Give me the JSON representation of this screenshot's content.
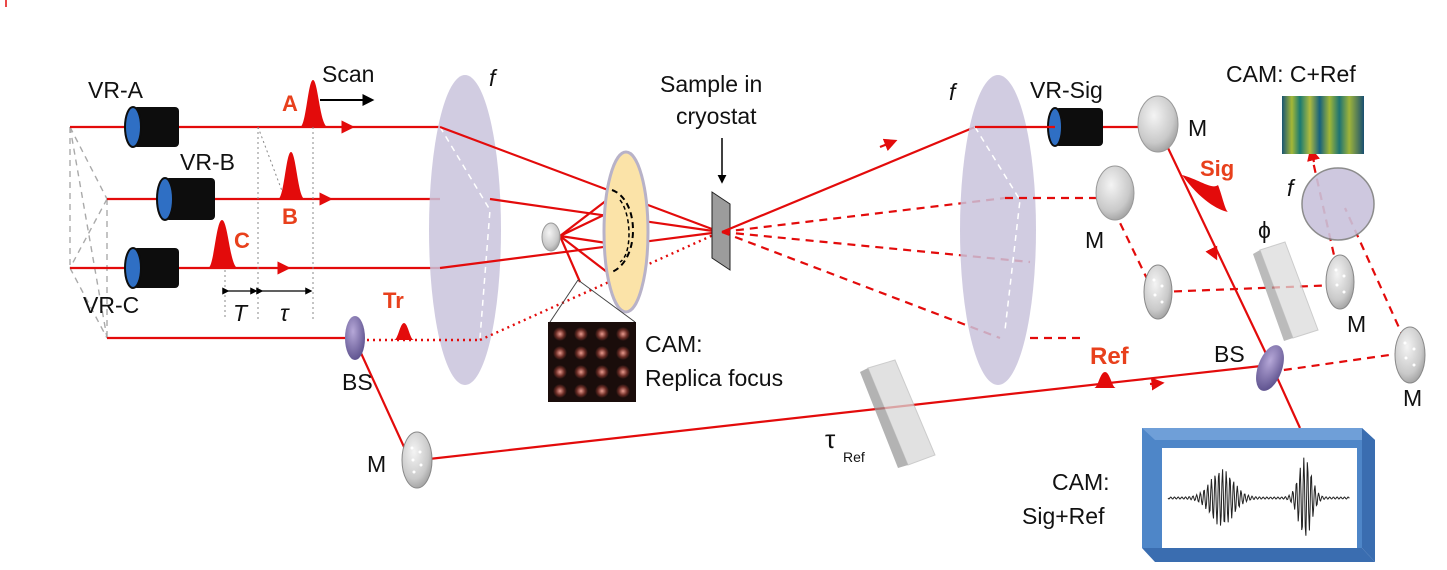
{
  "labels": {
    "vr_a": "VR-A",
    "vr_b": "VR-B",
    "vr_c": "VR-C",
    "vr_sig": "VR-Sig",
    "scan": "Scan",
    "pulse_a": "A",
    "pulse_b": "B",
    "pulse_c": "C",
    "pulse_tr": "Tr",
    "delay_t": "T",
    "delay_tau": "τ",
    "focal_left": "f",
    "focal_right": "f",
    "focal_small": "f",
    "sample_line1": "Sample in",
    "sample_line2": "cryostat",
    "cam_replica_line1": "CAM:",
    "cam_replica_line2": "Replica focus",
    "cam_c_ref": "CAM:  C+Ref",
    "cam_sig_ref_line1": "CAM:",
    "cam_sig_ref_line2": "Sig+Ref",
    "sig": "Sig",
    "ref": "Ref",
    "tau_ref_main": "τ",
    "tau_ref_sub": "Ref",
    "phi": "ϕ",
    "bs_left": "BS",
    "bs_right": "BS",
    "m_bottom_left": "M",
    "m_top_right": "M",
    "m_mid": "M",
    "m_right_1": "M",
    "m_right_2": "M"
  },
  "colors": {
    "beam": "#e30b0b",
    "pulse": "#e30b0b",
    "label_red": "#e8401c",
    "lens": "#c9c3dc",
    "retarder_body": "#0d0d0d",
    "retarder_face": "#2f6fc4",
    "camera_frame": "#4e86c8",
    "fresnel": "#fbe3a8"
  }
}
